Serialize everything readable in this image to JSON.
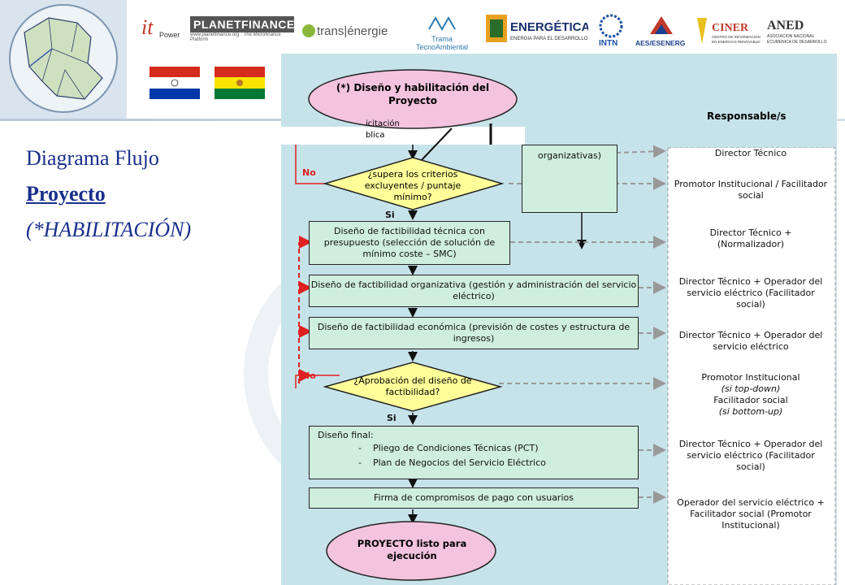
{
  "header": {
    "logos": [
      {
        "name": "itpower",
        "text": "IT Power"
      },
      {
        "name": "planetfinance",
        "text": "PLANETFINANCE",
        "sub": "www.planetfinance.org · The Microfinance Platform"
      },
      {
        "name": "transenergie",
        "text": "trans|énergie"
      },
      {
        "name": "trama",
        "text": "Trama TecnoAmbiental"
      },
      {
        "name": "energetica",
        "text": "ENERGÉTICA",
        "sub": "ENERGIA PARA EL DESARROLLO"
      },
      {
        "name": "intn",
        "text": "INTN"
      },
      {
        "name": "aes",
        "text": "AES/ESENERG"
      },
      {
        "name": "ciner",
        "text": "CINER",
        "sub": "CENTRO DE INFORMACION EN ENERGIAS RENOVABLES"
      },
      {
        "name": "aned",
        "text": "ANED",
        "sub": "ASOCIACION NACIONAL ECUMENICA DE DESARROLLO"
      }
    ],
    "colors": {
      "paraguay_red": "#d52b1e",
      "paraguay_blue": "#0038a8",
      "bolivia_red": "#d52b1e",
      "bolivia_yellow": "#f9e300",
      "bolivia_green": "#007934"
    }
  },
  "left": {
    "line1": "Diagrama Flujo",
    "line2": "Proyecto",
    "line3": "(*HABILITACIÓN)"
  },
  "diagram": {
    "start": "(*) Diseño y habilitación del Proyecto",
    "partial_text": "icitación\nblica",
    "partial_box": "organizativas)",
    "responsables_header": "Responsable/s",
    "decision1": "¿supera los criterios excluyentes / puntaje mínimo?",
    "decision2": "¿Aprobación del diseño de factibilidad?",
    "no": "No",
    "si": "Si",
    "step1": "Diseño de factibilidad técnica con presupuesto (selección de solución de mínimo coste – SMC)",
    "step2": "Diseño de factibilidad organizativa (gestión y administración del servicio eléctrico)",
    "step3": "Diseño de factibilidad económica (previsión de costes y estructura de ingresos)",
    "final_title": "Diseño final:",
    "final_item1": "Pliego de Condiciones Técnicas (PCT)",
    "final_item2": "Plan de Negocios del Servicio Eléctrico",
    "step5": "Firma de compromisos de pago con usuarios",
    "end": "PROYECTO listo para ejecución",
    "resp": [
      "Director Técnico",
      "Promotor Institucional / Facilitador social",
      "Director Técnico + (Normalizador)",
      "Director Técnico + Operador del servicio eléctrico (Facilitador social)",
      "Director Técnico + Operador del servicio eléctrico",
      "Promotor Institucional",
      "(si top-down)",
      "Facilitador social",
      "(si bottom-up)",
      "Director Técnico + Operador del servicio eléctrico (Facilitador social)",
      "Operador del servicio eléctrico + Facilitador social (Promotor Institucional)"
    ]
  }
}
